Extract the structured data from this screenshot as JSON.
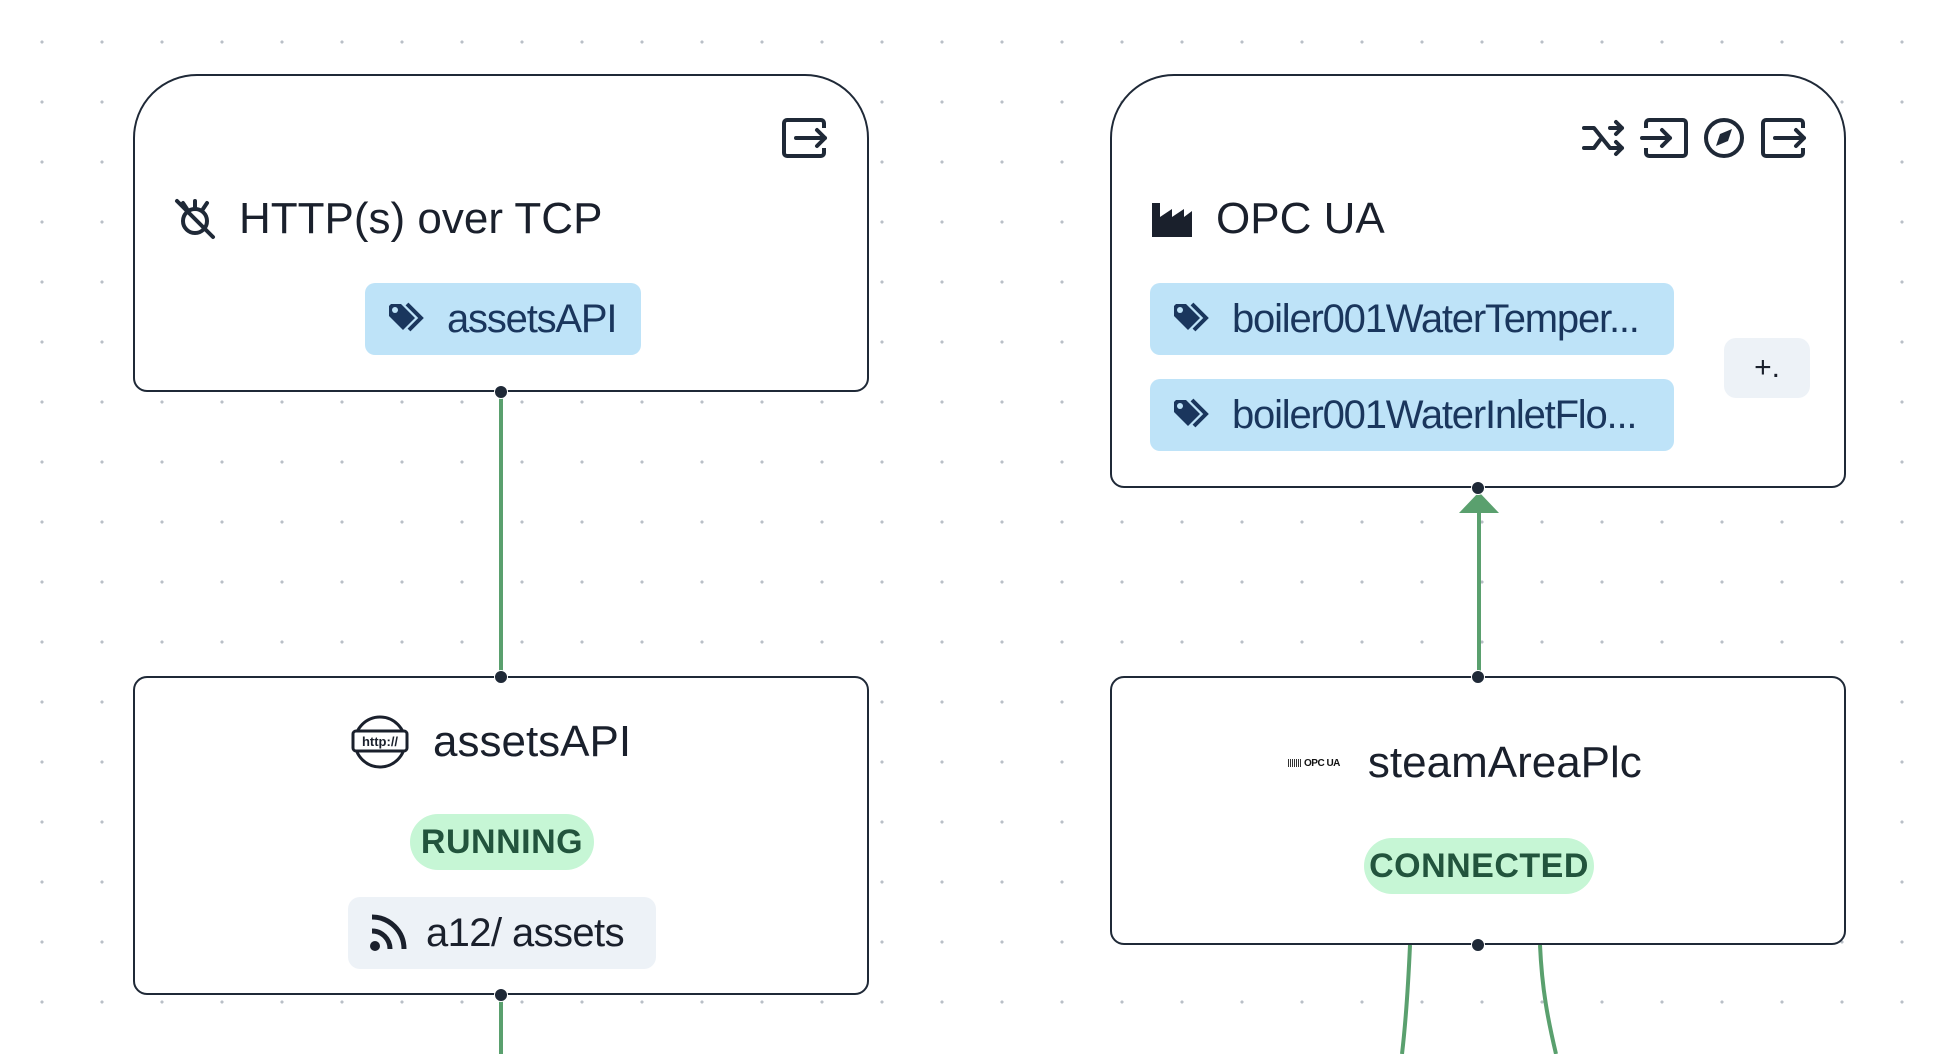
{
  "nodes": {
    "http_adapter": {
      "title": "HTTP(s) over TCP",
      "icon": "no-network-icon",
      "tags": [
        "assetsAPI"
      ],
      "toolbar": [
        "send-icon"
      ]
    },
    "opcua_adapter": {
      "title": "OPC UA",
      "icon": "factory-icon",
      "tags": [
        "boiler001WaterTemper...",
        "boiler001WaterInletFlo..."
      ],
      "more_label": "+.",
      "toolbar": [
        "merge-icon",
        "receive-icon",
        "navigation-icon",
        "send-icon"
      ]
    },
    "assets_api": {
      "title": "assetsAPI",
      "icon": "http-icon",
      "status": "RUNNING",
      "topic": "a12/ assets"
    },
    "steam_area_plc": {
      "title": "steamAreaPlc",
      "icon_text": "OPC UA",
      "status": "CONNECTED"
    }
  },
  "colors": {
    "edge": "#5aa06e",
    "tag_bg": "#bee3f8",
    "status_bg": "#c6f6d5",
    "status_text": "#22543d",
    "border": "#1f2937"
  }
}
